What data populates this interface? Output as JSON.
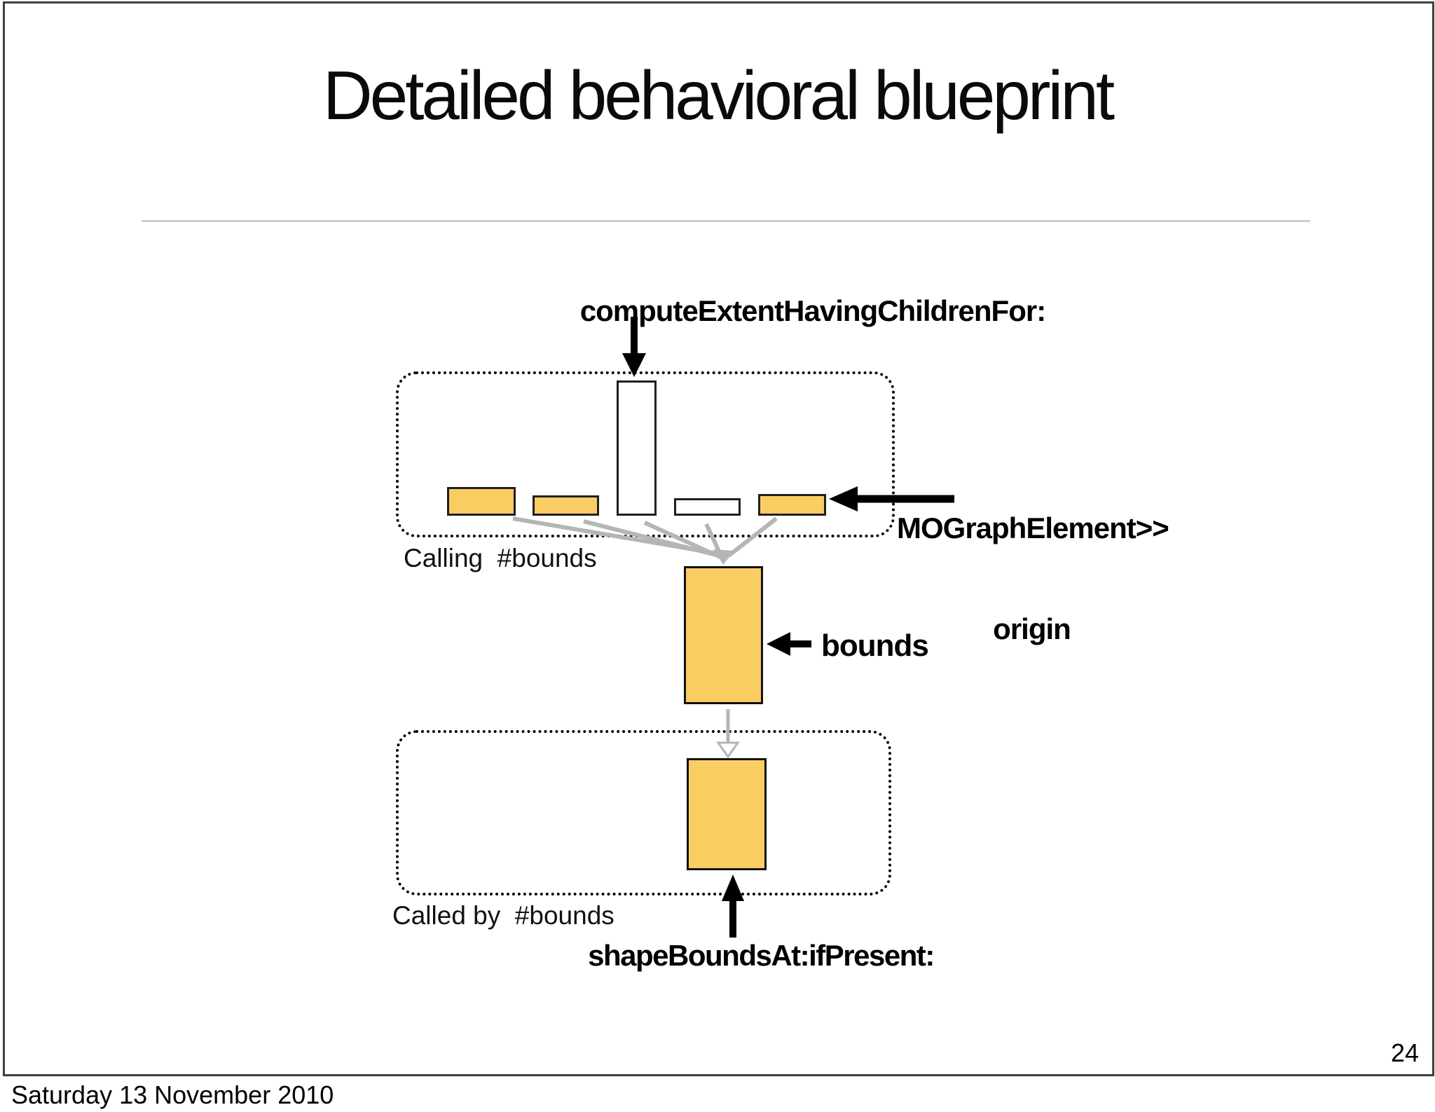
{
  "slide": {
    "title": "Detailed behavioral blueprint",
    "page_number": "24",
    "footer_date": "Saturday 13 November 2010"
  },
  "diagram": {
    "labels": {
      "compute_extent": "computeExtentHavingChildrenFor:",
      "mograph_line1": "MOGraphElement>>",
      "mograph_line2": "origin",
      "calling_caption": "Calling  #bounds",
      "bounds": "bounds",
      "called_by_caption": "Called by  #bounds",
      "shape_bounds": "shapeBoundsAt:ifPresent:"
    },
    "colors": {
      "bar_yellow": "#FACD62",
      "bar_white": "#FFFFFF",
      "bar_border": "#1F1F1F",
      "arrow_black": "#000000",
      "arrow_gray": "#B5B5B5",
      "divider_gray": "#CCCCCC",
      "frame_gray": "#3F3F3F"
    }
  }
}
